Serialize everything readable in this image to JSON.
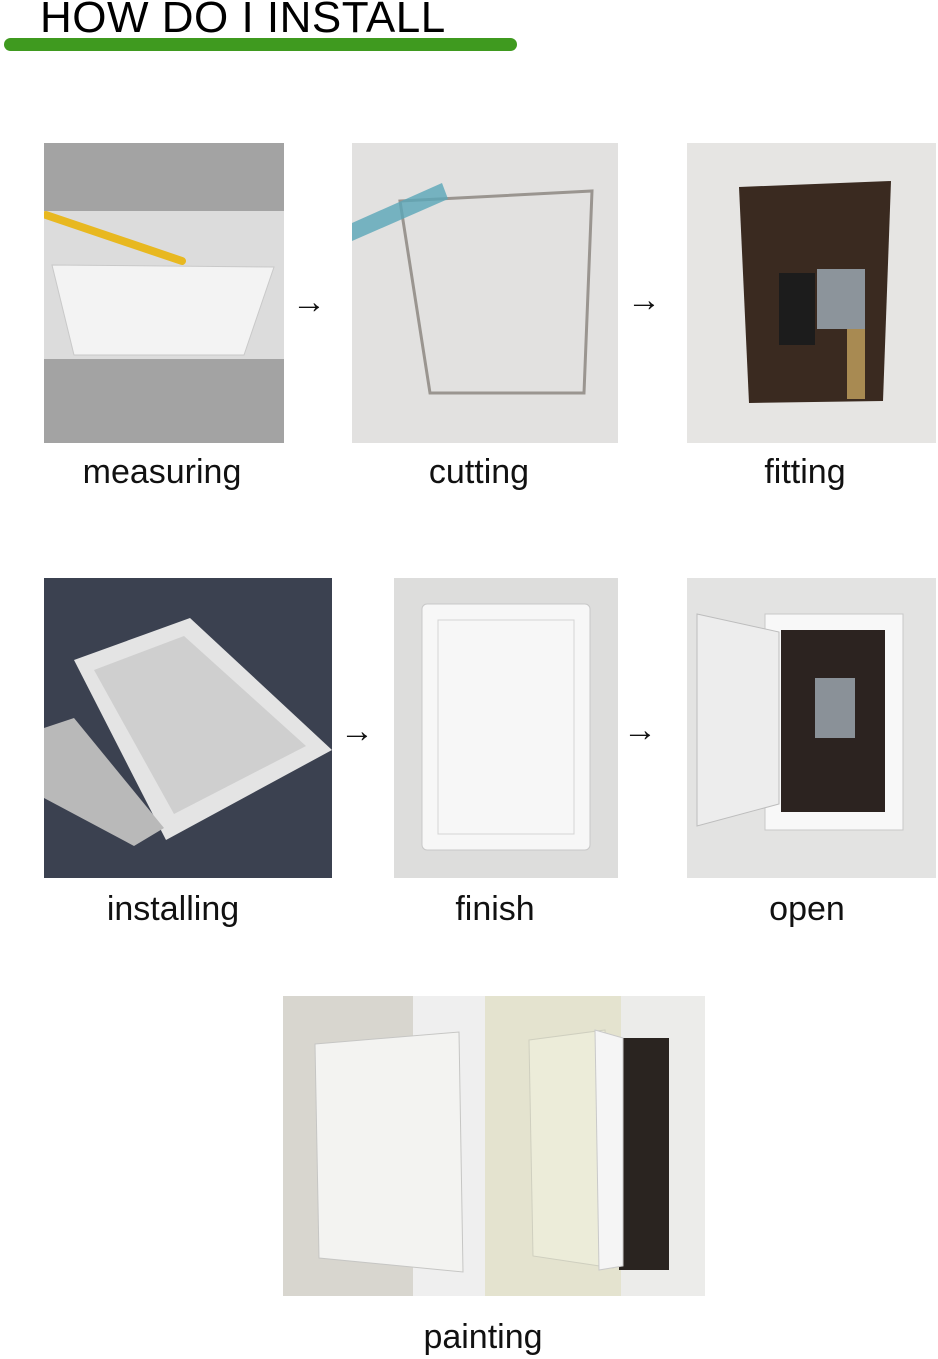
{
  "title": "HOW DO I INSTALL",
  "colors": {
    "accent_underline": "#3f9a1f"
  },
  "arrow_glyph": "→",
  "steps": [
    {
      "label": "measuring"
    },
    {
      "label": "cutting"
    },
    {
      "label": "fitting"
    },
    {
      "label": "installing"
    },
    {
      "label": "finish"
    },
    {
      "label": "open"
    },
    {
      "label": "painting"
    }
  ]
}
